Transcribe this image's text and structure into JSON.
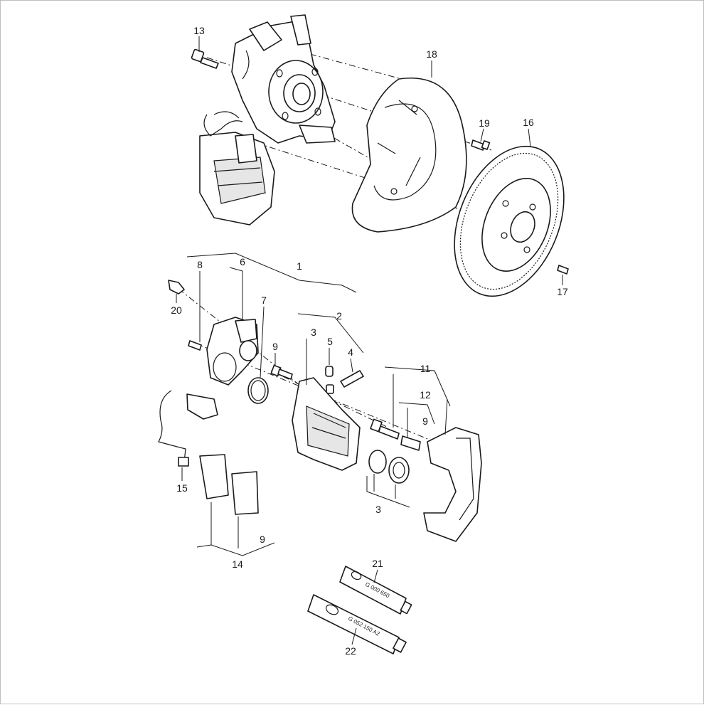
{
  "diagram": {
    "callouts": {
      "c1": "1",
      "c2": "2",
      "c3a": "3",
      "c3b": "3",
      "c4": "4",
      "c5": "5",
      "c6": "6",
      "c7": "7",
      "c8": "8",
      "c9a": "9",
      "c9b": "9",
      "c9c": "9",
      "c11": "11",
      "c12": "12",
      "c13": "13",
      "c14": "14",
      "c15": "15",
      "c16": "16",
      "c17": "17",
      "c18": "18",
      "c19": "19",
      "c20": "20",
      "c21": "21",
      "c22": "22"
    },
    "tube_labels": {
      "tube21": "G 000 650",
      "tube22": "G 052 150 A2"
    },
    "colors": {
      "line": "#1a1a1a",
      "background": "#ffffff",
      "border": "#bfbfbf"
    }
  }
}
